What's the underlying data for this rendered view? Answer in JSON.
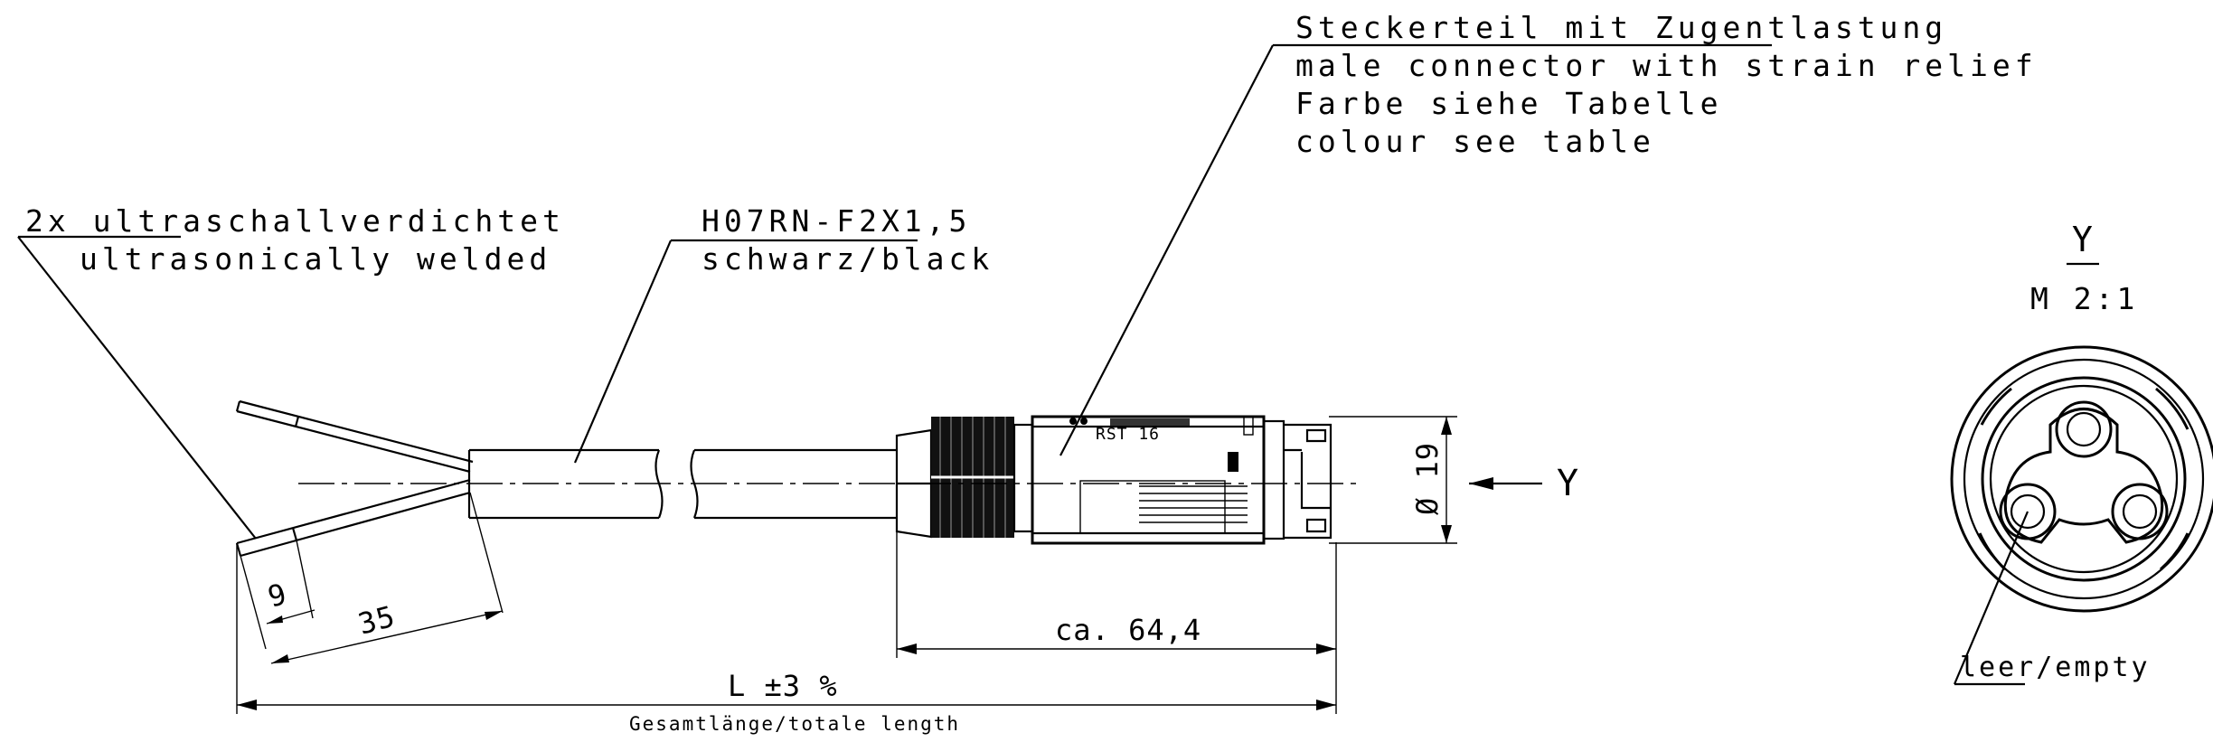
{
  "notes": {
    "connector": {
      "line1": "Steckerteil mit Zugentlastung",
      "line2": "male connector with strain relief",
      "line3": "Farbe siehe Tabelle",
      "line4": "colour see table"
    },
    "weld": {
      "line1": "2x ultraschallverdichtet",
      "line2": "ultrasonically welded"
    },
    "cable": {
      "line1": "H07RN-F2X1,5",
      "line2": "schwarz/black"
    },
    "view": {
      "letter": "Y",
      "scale": "M 2:1",
      "arrow_letter": "Y"
    },
    "empty_pin": "leer/empty"
  },
  "dimensions": {
    "strip_short": "9",
    "strip_long": "35",
    "connector_length": "ca. 64,4",
    "diameter": "Ø 19",
    "total_length": "L ±3 %",
    "total_length_caption": "Gesamtlänge/totale length"
  },
  "marking": {
    "brand": "RST 16"
  }
}
